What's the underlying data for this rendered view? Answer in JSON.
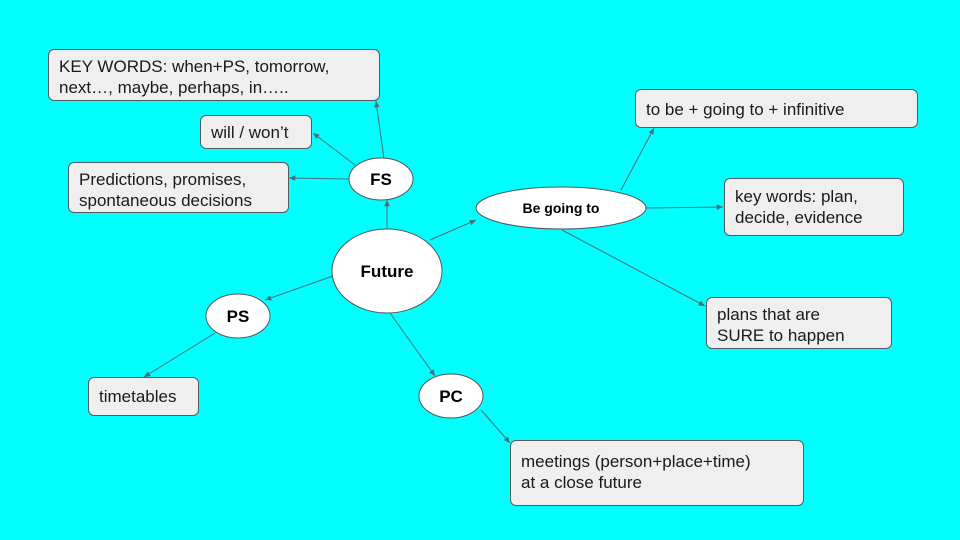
{
  "colors": {
    "background": "#00ffff",
    "box_fill": "#efefef",
    "line": "#4a6f73"
  },
  "nodes": {
    "future": "Future",
    "fs": "FS",
    "be_going_to": "Be going to",
    "ps": "PS",
    "pc": "PC"
  },
  "boxes": {
    "fs_keywords": [
      "KEY WORDS: when+PS, tomorrow,",
      "next…, maybe, perhaps, in….."
    ],
    "will_wont": [
      "will / won’t"
    ],
    "predictions": [
      "Predictions, promises,",
      "spontaneous decisions"
    ],
    "to_be_going": [
      "to be + going to + infinitive"
    ],
    "going_keywords": [
      "key words: plan,",
      "decide, evidence"
    ],
    "plans_sure": [
      "plans that are",
      "SURE to happen"
    ],
    "timetables": [
      "timetables"
    ],
    "meetings": [
      "meetings (person+place+time)",
      "at a close future"
    ]
  }
}
